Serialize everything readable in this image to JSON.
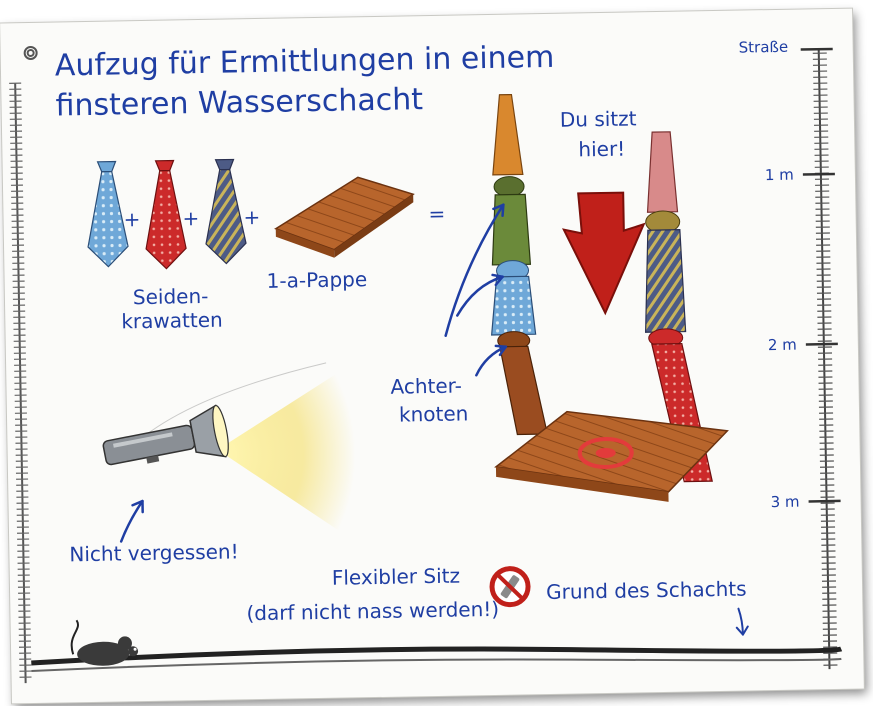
{
  "title": {
    "line1": "Aufzug für Ermittlungen in einem",
    "line2": "finsteren Wasserschacht"
  },
  "materials": {
    "ties_label_line1": "Seiden-",
    "ties_label_line2": "krawatten",
    "cardboard_label": "1-a-Pappe",
    "plus": "+",
    "equals": "="
  },
  "elevator": {
    "you_sit_here_line1": "Du sitzt",
    "you_sit_here_line2": "hier!",
    "knot_label_line1": "Achter-",
    "knot_label_line2": "knoten",
    "seat_label_line1": "Flexibler Sitz",
    "seat_label_line2": "(darf nicht nass werden!)"
  },
  "flashlight": {
    "reminder": "Nicht vergessen!"
  },
  "depth_scale": {
    "top": "Straße",
    "marks": [
      "1 m",
      "2 m",
      "3 m"
    ],
    "bottom": "Grund des Schachts"
  },
  "colors": {
    "text": "#1f3ea3",
    "arrow_red": "#c0201a",
    "cardboard": "#b8652c",
    "tie_blue": "#6fa8d8",
    "tie_red": "#cc2a2a",
    "tie_olive": "#5a6f2f",
    "tie_orange": "#d9882e",
    "tie_pink": "#d88a8a"
  },
  "icons": [
    "necktie-icon",
    "cardboard-icon",
    "down-arrow-icon",
    "flashlight-icon",
    "no-water-icon",
    "mouse-icon",
    "spiral-icon"
  ]
}
